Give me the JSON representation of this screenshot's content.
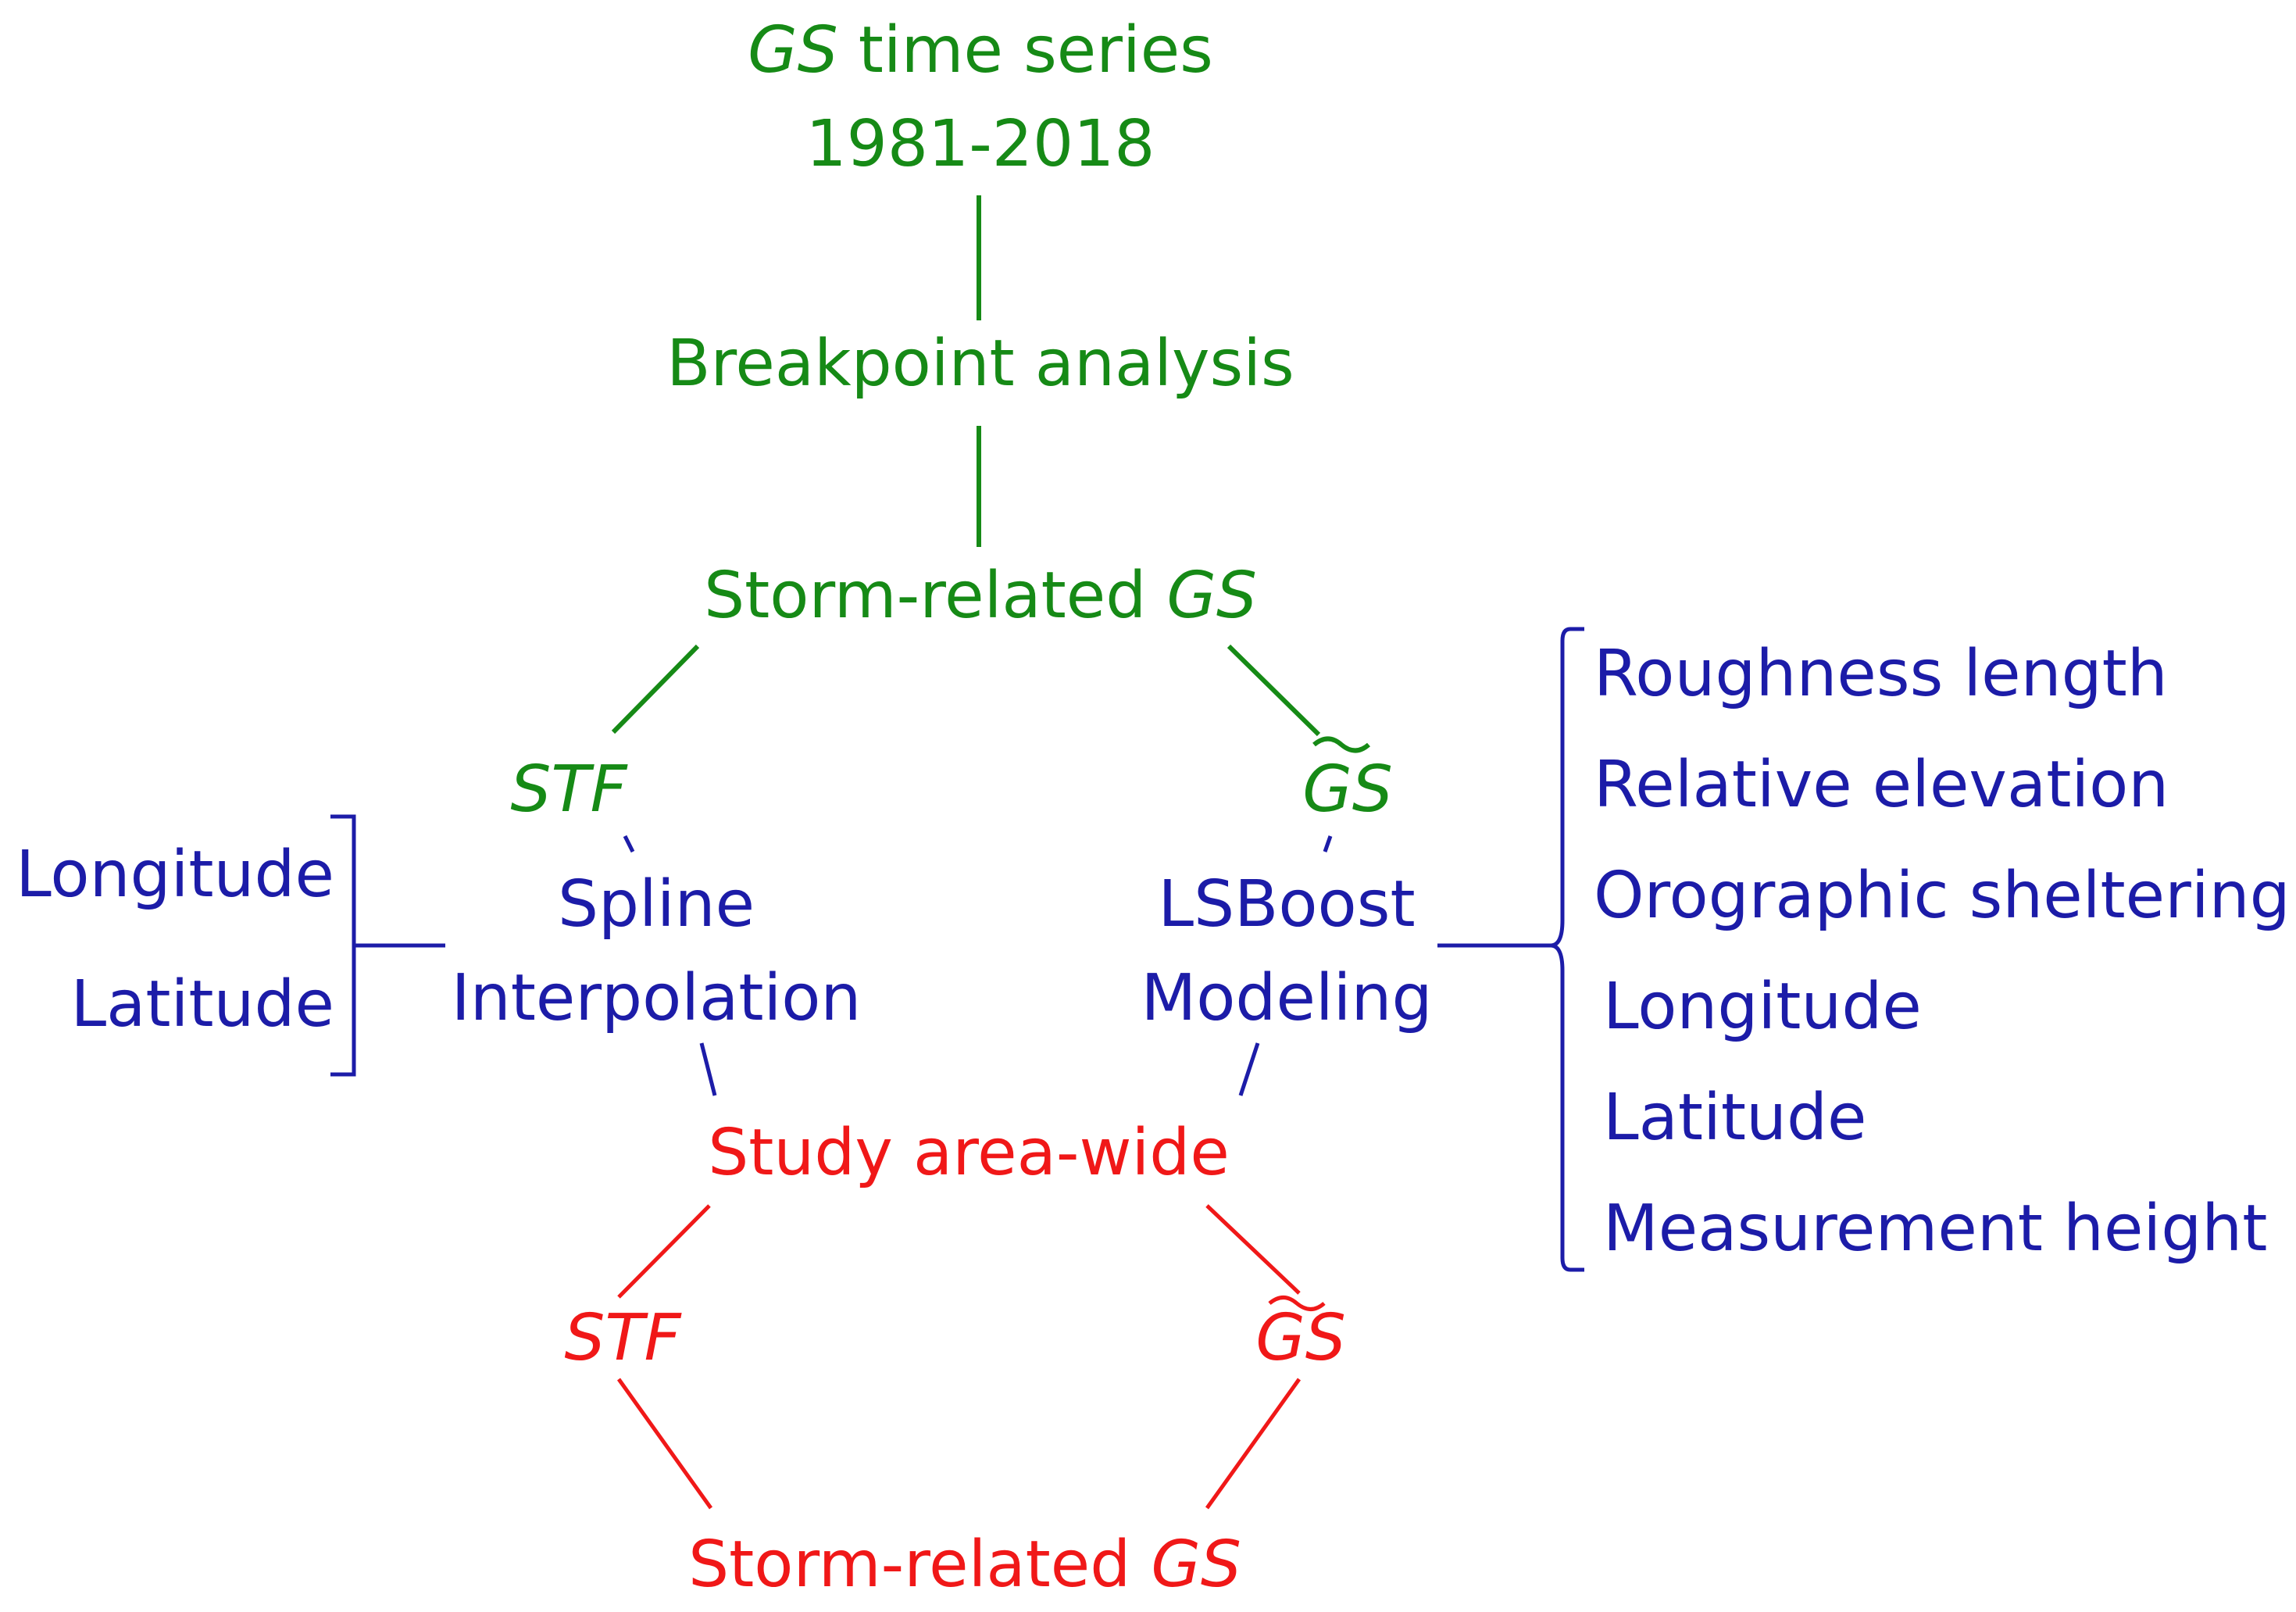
{
  "colors": {
    "green": "#168a16",
    "blue": "#1c1ca8",
    "red": "#f01818"
  },
  "top": {
    "gs_italic": "GS",
    "time_series": " time series",
    "years": "1981-2018"
  },
  "breakpoint": "Breakpoint analysis",
  "storm_related_top": {
    "prefix": "Storm-related ",
    "gs_italic": "GS"
  },
  "branch_green": {
    "stf": "STF",
    "gs_tilde": "GS"
  },
  "spline": {
    "line1": "Spline",
    "line2": "Interpolation"
  },
  "lsboost": {
    "line1": "LSBoost",
    "line2": "Modeling"
  },
  "left_predictors": [
    "Longitude",
    "Latitude"
  ],
  "right_predictors": [
    "Roughness length",
    "Relative elevation",
    "Orographic sheltering",
    "Longitude",
    "Latitude",
    "Measurement height"
  ],
  "study_area": "Study area-wide",
  "branch_red": {
    "stf": "STF",
    "gs_tilde": "GS"
  },
  "storm_related_bottom": {
    "prefix": "Storm-related ",
    "gs_italic": "GS"
  }
}
